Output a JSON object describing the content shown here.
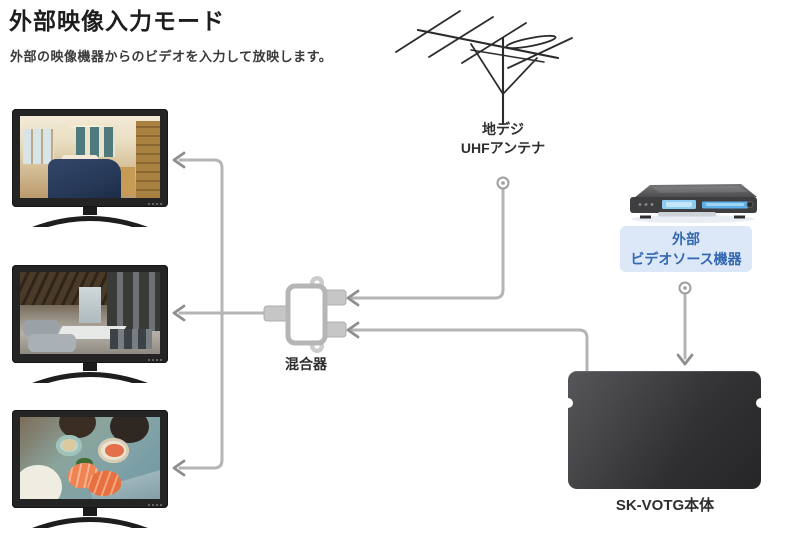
{
  "page": {
    "title": "外部映像入力モード",
    "subtitle": "外部の映像機器からのビデオを入力して放映します。"
  },
  "antenna": {
    "icon": "uhf-antenna-icon",
    "label": [
      "地デジ",
      "UHFアンテナ"
    ]
  },
  "video_source": {
    "icon": "video-player-icon",
    "label": [
      "外部",
      "ビデオソース機器"
    ],
    "label_bg_color": "#dce8f7",
    "label_text_color": "#3468b0"
  },
  "mixer": {
    "icon": "rf-mixer-icon",
    "label": "混合器"
  },
  "main_unit": {
    "icon": "black-box-device",
    "label": "SK-VOTG本体",
    "color": "#333335"
  },
  "monitors": [
    {
      "icon": "tv-monitor",
      "screen_subject": "hotel-bedroom-photo"
    },
    {
      "icon": "tv-monitor",
      "screen_subject": "restaurant-lounge-photo"
    },
    {
      "icon": "tv-monitor",
      "screen_subject": "japanese-meal-photo"
    }
  ],
  "connections": [
    {
      "from": "uhf-antenna",
      "to": "mixer-input-1"
    },
    {
      "from": "sk-votg-unit",
      "to": "mixer-input-2"
    },
    {
      "from": "video-source",
      "to": "sk-votg-unit"
    },
    {
      "from": "mixer-output",
      "to": "monitor-1"
    },
    {
      "from": "mixer-output",
      "to": "monitor-2"
    },
    {
      "from": "mixer-output",
      "to": "monitor-3"
    }
  ],
  "colors": {
    "cable": "#b5b5b5",
    "arrowhead": "#8f8f8f",
    "text": "#2e2e2e",
    "background": "#ffffff"
  }
}
